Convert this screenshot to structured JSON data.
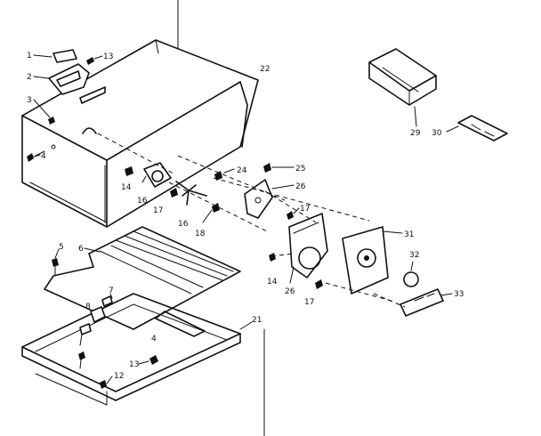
{
  "diagram": {
    "callouts": {
      "c1": "1",
      "c2": "2",
      "c3": "3",
      "c4a": "4",
      "c4b": "4",
      "c5": "5",
      "c6": "6",
      "c7": "7",
      "c8": "8",
      "c12": "12",
      "c13a": "13",
      "c13b": "13",
      "c14a": "14",
      "c14b": "14",
      "c16a": "16",
      "c16b": "16",
      "c17a": "17",
      "c17b": "17",
      "c17c": "17",
      "c18": "18",
      "c21": "21",
      "c22": "22",
      "c24": "24",
      "c25": "25",
      "c26a": "26",
      "c26b": "26",
      "c29": "29",
      "c30": "30",
      "c31": "31",
      "c32": "32",
      "c33": "33"
    }
  }
}
